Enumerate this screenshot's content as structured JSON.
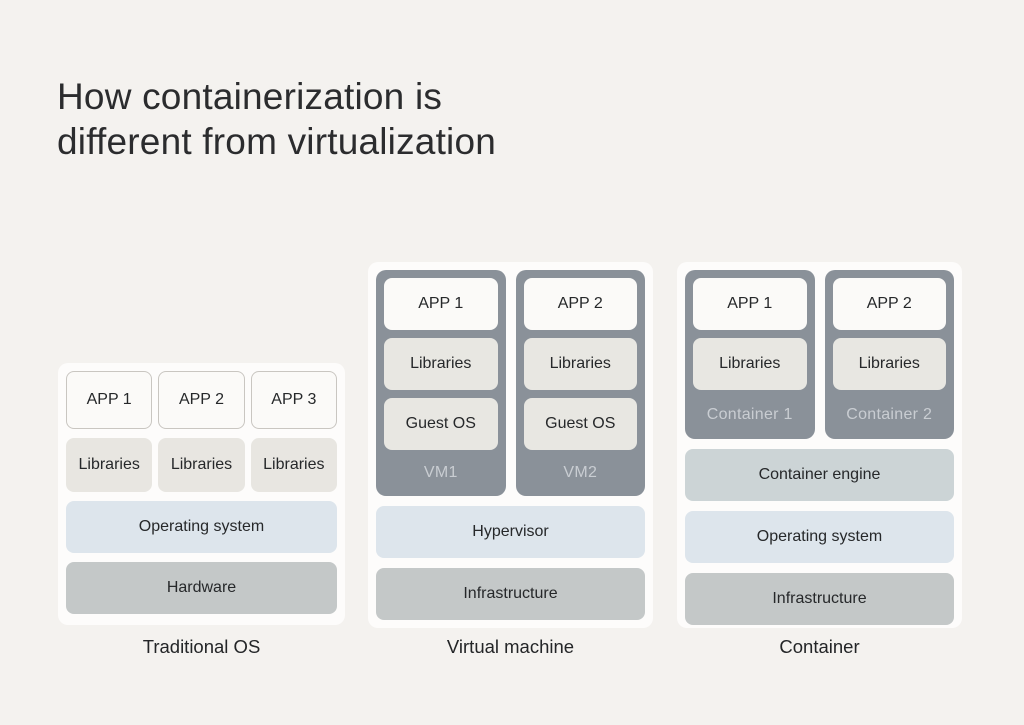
{
  "page": {
    "title": "How containerization is\ndifferent from virtualization"
  },
  "colors": {
    "background": "#f4f2ef",
    "card": "#fdfcfb",
    "app_box": "#fbfaf8",
    "app_box_border": "#c9c6c1",
    "libraries_box": "#e8e6e1",
    "os_blue": "#dde5ec",
    "engine_gray_blue": "#ccd4d6",
    "hardware_gray": "#c4c8c8",
    "dark_column": "#8a9199",
    "dark_column_label_text": "#c9cdd2",
    "text_dark": "#26282a"
  },
  "panels": {
    "traditional": {
      "caption": "Traditional OS",
      "apps": [
        "APP 1",
        "APP 2",
        "APP 3"
      ],
      "libraries": [
        "Libraries",
        "Libraries",
        "Libraries"
      ],
      "operating_system": "Operating system",
      "hardware": "Hardware"
    },
    "vm": {
      "caption": "Virtual machine",
      "machines": [
        {
          "app": "APP 1",
          "libraries": "Libraries",
          "guest_os": "Guest OS",
          "label": "VM1"
        },
        {
          "app": "APP 2",
          "libraries": "Libraries",
          "guest_os": "Guest OS",
          "label": "VM2"
        }
      ],
      "hypervisor": "Hypervisor",
      "infrastructure": "Infrastructure"
    },
    "container": {
      "caption": "Container",
      "containers": [
        {
          "app": "APP 1",
          "libraries": "Libraries",
          "label": "Container 1"
        },
        {
          "app": "APP 2",
          "libraries": "Libraries",
          "label": "Container 2"
        }
      ],
      "engine": "Container engine",
      "operating_system": "Operating system",
      "infrastructure": "Infrastructure"
    }
  }
}
